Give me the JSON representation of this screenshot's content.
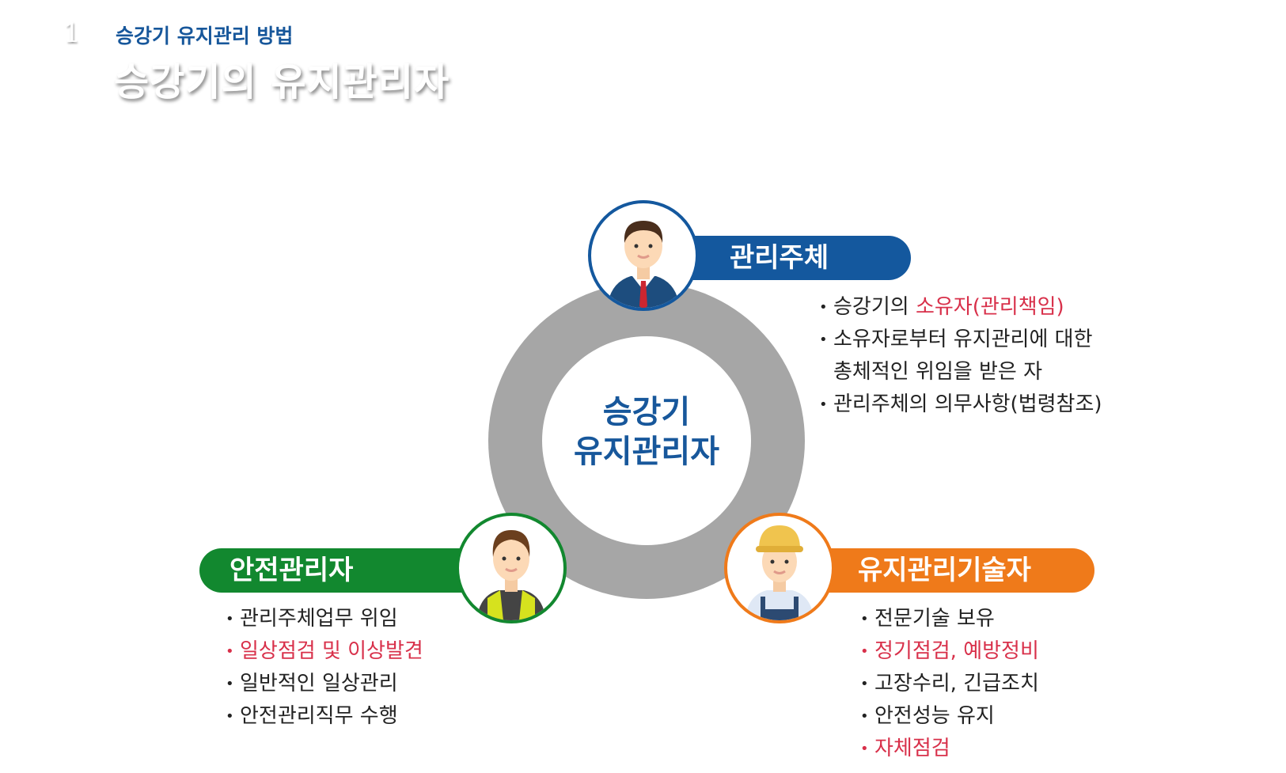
{
  "header": {
    "section_number": "1",
    "subtitle": "승강기 유지관리 방법",
    "title": "승강기의 유지관리자"
  },
  "center": {
    "line1": "승강기",
    "line2": "유지관리자"
  },
  "roles": {
    "owner": {
      "label": "관리주체",
      "color": "#14589e",
      "icon": "businessman-icon",
      "items": [
        {
          "pre": "승강기의 ",
          "highlight": "소유자(관리책임)"
        },
        {
          "pre": "소유자로부터 유지관리에 대한",
          "line2": "총체적인 위임을 받은 자"
        },
        {
          "pre": "관리주체의 의무사항(법령참조)"
        }
      ]
    },
    "safety": {
      "label": "안전관리자",
      "color": "#12882f",
      "icon": "safety-vest-worker-icon",
      "items": [
        {
          "text": "관리주체업무 위임",
          "red": false
        },
        {
          "text": "일상점검 및 이상발견",
          "red": true
        },
        {
          "text": "일반적인 일상관리",
          "red": false
        },
        {
          "text": "안전관리직무 수행",
          "red": false
        }
      ]
    },
    "technician": {
      "label": "유지관리기술자",
      "color": "#ef7a1a",
      "icon": "hardhat-worker-icon",
      "items": [
        {
          "text": "전문기술 보유",
          "red": false
        },
        {
          "text": "정기점검, 예방정비",
          "red": true
        },
        {
          "text": "고장수리, 긴급조치",
          "red": false
        },
        {
          "text": "안전성능 유지",
          "red": false
        },
        {
          "text": "자체점검",
          "red": true
        }
      ]
    }
  }
}
